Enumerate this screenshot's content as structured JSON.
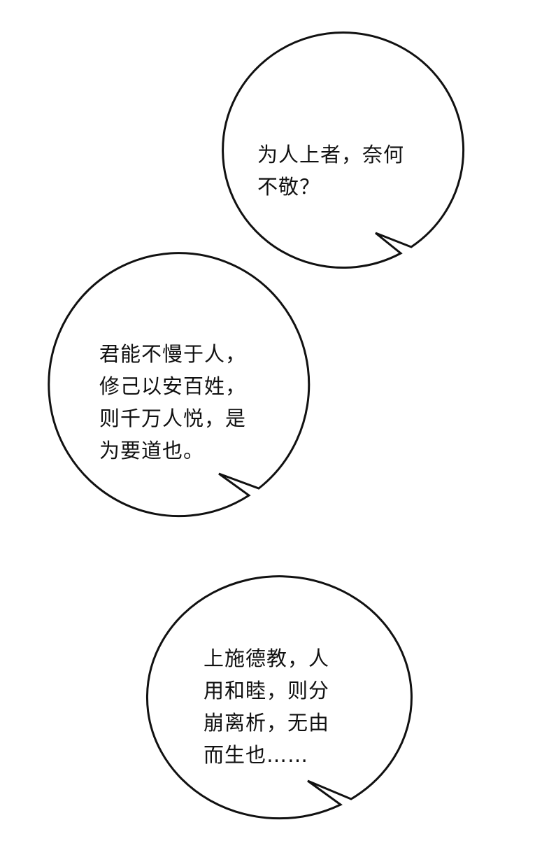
{
  "bubbles": [
    {
      "lines": [
        "为人上者，奈何",
        "不敬？"
      ]
    },
    {
      "lines": [
        "君能不慢于人，",
        "修己以安百姓，",
        "则千万人悦，是",
        "为要道也。"
      ]
    },
    {
      "lines": [
        "上施德教，人",
        "用和睦，则分",
        "崩离析，无由",
        "而生也……"
      ]
    }
  ]
}
